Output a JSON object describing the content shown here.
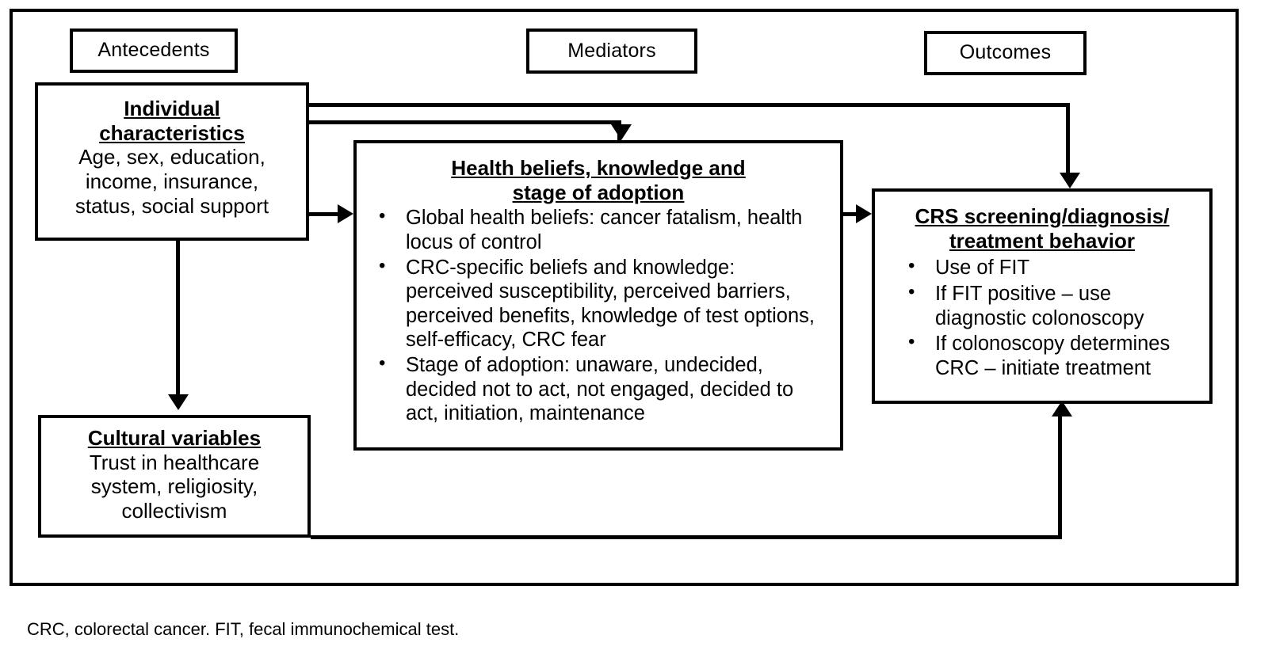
{
  "figure": {
    "caption": "CRC, colorectal cancer. FIT, fecal immunochemical test.",
    "line_color": "#000000",
    "background": "#ffffff"
  },
  "columns": [
    {
      "id": "antecedents",
      "label": "Antecedents"
    },
    {
      "id": "mediators",
      "label": "Mediators"
    },
    {
      "id": "outcomes",
      "label": "Outcomes"
    }
  ],
  "boxes": {
    "individual": {
      "title_line1": "Individual",
      "title_line2": "characteristics",
      "body_line1": "Age, sex, education,",
      "body_line2": "income, insurance,",
      "body_line3": "status, social support"
    },
    "cultural": {
      "title": "Cultural variables",
      "body_line1": "Trust in healthcare",
      "body_line2": "system, religiosity,",
      "body_line3": "collectivism"
    },
    "health": {
      "title_line1": "Health beliefs, knowledge and",
      "title_line2": "stage of adoption",
      "bullets": [
        "Global health beliefs: cancer fatalism, health locus of control",
        "CRC-specific beliefs and knowledge: perceived susceptibility, perceived barriers, perceived benefits, knowledge of test options, self-efficacy, CRC fear",
        "Stage of adoption: unaware, undecided, decided not to act, not engaged, decided to act, initiation, maintenance"
      ]
    },
    "crs": {
      "title_line1": "CRS screening/diagnosis/",
      "title_line2": "treatment behavior",
      "bullets": [
        "Use of FIT",
        "If FIT positive – use diagnostic colonoscopy",
        "If colonoscopy determines CRC – initiate treatment"
      ]
    }
  },
  "connectors": [
    {
      "id": "individual-to-crs",
      "from": "individual",
      "to": "crs",
      "style": "elbow-right-down",
      "arrow": "down"
    },
    {
      "id": "individual-to-health-top",
      "from": "individual",
      "to": "health",
      "style": "elbow-right-down",
      "arrow": "down"
    },
    {
      "id": "individual-to-health-side",
      "from": "individual",
      "to": "health",
      "style": "straight-right",
      "arrow": "right"
    },
    {
      "id": "individual-to-cultural",
      "from": "individual",
      "to": "cultural",
      "style": "straight-down",
      "arrow": "down"
    },
    {
      "id": "health-to-crs",
      "from": "health",
      "to": "crs",
      "style": "straight-right",
      "arrow": "right"
    },
    {
      "id": "cultural-to-crs",
      "from": "cultural",
      "to": "crs",
      "style": "elbow-right-up",
      "arrow": "up"
    }
  ]
}
